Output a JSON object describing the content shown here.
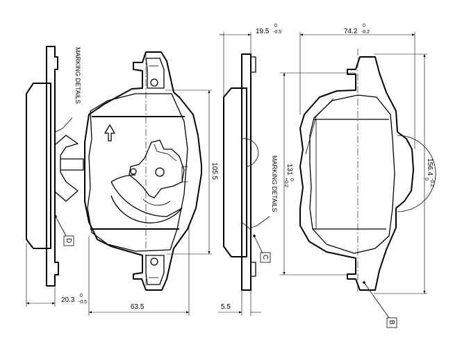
{
  "dimensions": {
    "side_left_thickness": {
      "value": "20.3",
      "tol_upper": "0",
      "tol_lower": "-0.5"
    },
    "pad_width": "63.5",
    "pad_height": "105.5",
    "plate_thickness": {
      "value": "19.5",
      "tol_upper": "0",
      "tol_lower": "-0.5"
    },
    "backplate_step": "5.5",
    "overall_width": {
      "value": "74.2",
      "tol_upper": "0",
      "tol_lower": "-0.2"
    },
    "friction_height": {
      "value": "131",
      "tol_upper": "+0.2",
      "tol_lower": "0"
    },
    "overall_length": {
      "value": "156.4",
      "tol_upper": "0",
      "tol_lower": "-0.2"
    }
  },
  "notes": {
    "marking_details_left": "MARKING  DETAILS",
    "marking_details_right": "MARKING  DETAILS"
  },
  "callouts": {
    "b": "B",
    "c": "C",
    "d": "D"
  },
  "colors": {
    "line": "#000000",
    "background": "#ffffff"
  }
}
